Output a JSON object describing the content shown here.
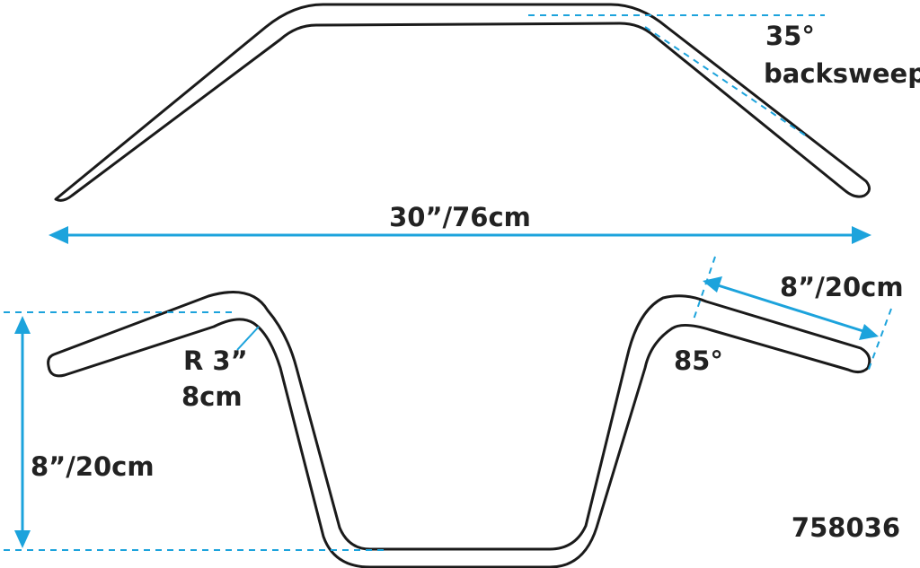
{
  "top_view": {
    "backsweep_angle": "35°",
    "backsweep_text": "backsweep",
    "width": "30”/76cm"
  },
  "side_view": {
    "rise": "8”/20cm",
    "end_length": "8”/20cm",
    "bend_radius_in": "R 3”",
    "bend_radius_cm": "8cm",
    "bend_angle": "85°"
  },
  "part_number": "758036",
  "colors": {
    "outline": "#1a1a1a",
    "dimension": "#1ca3dc",
    "text": "#222222"
  }
}
